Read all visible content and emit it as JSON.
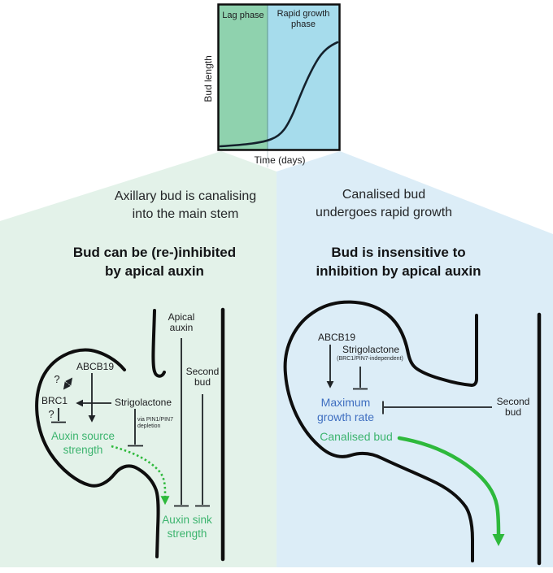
{
  "colors": {
    "panel_left_bg": "#e3f2e9",
    "panel_right_bg": "#dcedf7",
    "chart_lag_fill": "#8fd2ae",
    "chart_rapid_fill": "#a6dcec",
    "outline_black": "#0e0e0e",
    "thin_line": "#1f2326",
    "curve_navy": "#14212c",
    "green_text": "#3cb46e",
    "bright_green_arrow": "#2eb93c",
    "blue_text": "#3e6ec0"
  },
  "chart": {
    "type": "line",
    "ylabel": "Bud length",
    "xlabel": "Time (days)",
    "phases": [
      {
        "label": "Lag phase"
      },
      {
        "label": "Rapid growth\nphase"
      }
    ],
    "curve_description": "sigmoidal increase of bud length over time, flat in lag phase then steep in rapid growth phase"
  },
  "left_panel": {
    "heading": "Axillary bud is canalising\ninto the main stem",
    "statement": "Bud can be (re-)inhibited\nby apical auxin",
    "nodes": {
      "abcb19": "ABCB19",
      "brc1": "BRC1",
      "strigolactone": "Strigolactone",
      "question1": "?",
      "question2": "?",
      "via_pin": "via PIN1/PIN7\ndepletion",
      "apical_auxin": "Apical\nauxin",
      "second_bud": "Second\nbud",
      "auxin_source": "Auxin source\nstrength",
      "auxin_sink": "Auxin sink\nstrength"
    }
  },
  "right_panel": {
    "heading": "Canalised bud\nundergoes rapid growth",
    "statement": "Bud is insensitive to\ninhibition by apical auxin",
    "nodes": {
      "abcb19": "ABCB19",
      "strigolactone": "Strigolactone",
      "strigolactone_note": "(BRC1/PIN7-independent)",
      "maximum_growth": "Maximum\ngrowth rate",
      "second_bud": "Second\nbud",
      "canalised_bud": "Canalised bud"
    }
  }
}
